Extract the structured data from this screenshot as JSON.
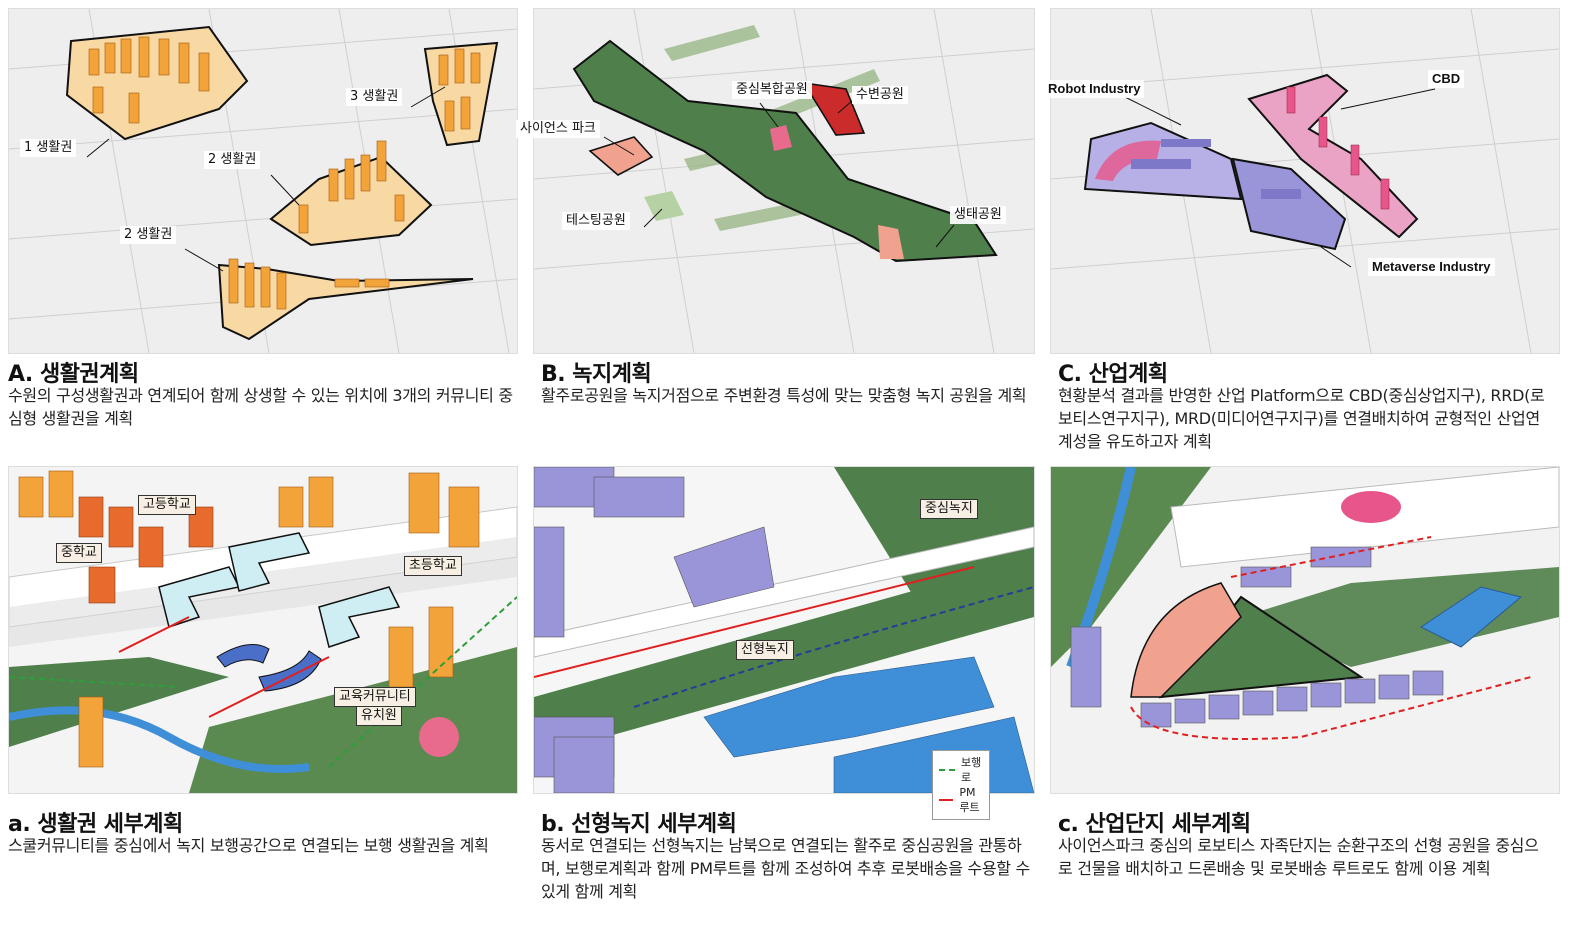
{
  "panels": {
    "A": {
      "title": "A. 생활권계획",
      "desc": "수원의 구성생활권과 연계되어 함께 상생할 수 있는 위치에 3개의 커뮤니티 중심형 생활권을 계획",
      "labels": [
        "1 생활권",
        "2 생활권",
        "2 생활권",
        "3 생활권"
      ]
    },
    "B": {
      "title": "B. 녹지계획",
      "desc": "활주로공원을 녹지거점으로 주변환경 특성에 맞는 맞춤형 녹지 공원을 계획",
      "labels": [
        "사이언스 파크",
        "중심복합공원",
        "수변공원",
        "테스팅공원",
        "생태공원"
      ]
    },
    "C": {
      "title": "C. 산업계획",
      "desc": "현황분석 결과를 반영한 산업 Platform으로 CBD(중심상업지구), RRD(로보티스연구지구), MRD(미디어연구지구)를 연결배치하여 균형적인 산업연계성을 유도하고자 계획",
      "labels": [
        "Robot Industry",
        "CBD",
        "Metaverse Industry"
      ]
    },
    "a": {
      "title": "a. 생활권 세부계획",
      "desc": "스쿨커뮤니티를 중심에서 녹지 보행공간으로 연결되는 보행 생활권을 계획",
      "labels": [
        "고등학교",
        "중학교",
        "초등학교",
        "교육커뮤니티",
        "유치원"
      ]
    },
    "b": {
      "title": "b. 선형녹지 세부계획",
      "desc": "동서로 연결되는 선형녹지는 남북으로 연결되는 활주로 중심공원을 관통하며, 보행로계획과 함께 PM루트를 함께 조성하여 추후 로봇배송을 수용할 수 있게 함께 계획",
      "labels": [
        "중심녹지",
        "선형녹지"
      ],
      "legend": [
        "보행로",
        "PM루트"
      ]
    },
    "c": {
      "title": "c. 산업단지 세부계획",
      "desc": "사이언스파크 중심의 로보티스 자족단지는 순환구조의 선형 공원을 중심으로 건물을 배치하고 드론배송 및 로봇배송 루트로도 함께 이용 계획"
    }
  },
  "colors": {
    "residential": "#f2a33a",
    "residential_zone": "#f8d9a4",
    "green": "#4f7f4a",
    "green_light": "#8fb07a",
    "industry_purple": "#9a94d8",
    "industry_pink": "#e8558a",
    "school_cyan": "#cfeef3",
    "school_blue": "#4a6fc9",
    "building_blue": "#3f8fd8",
    "walk_path": "#2e9e3c",
    "pm_route": "#e02020"
  }
}
